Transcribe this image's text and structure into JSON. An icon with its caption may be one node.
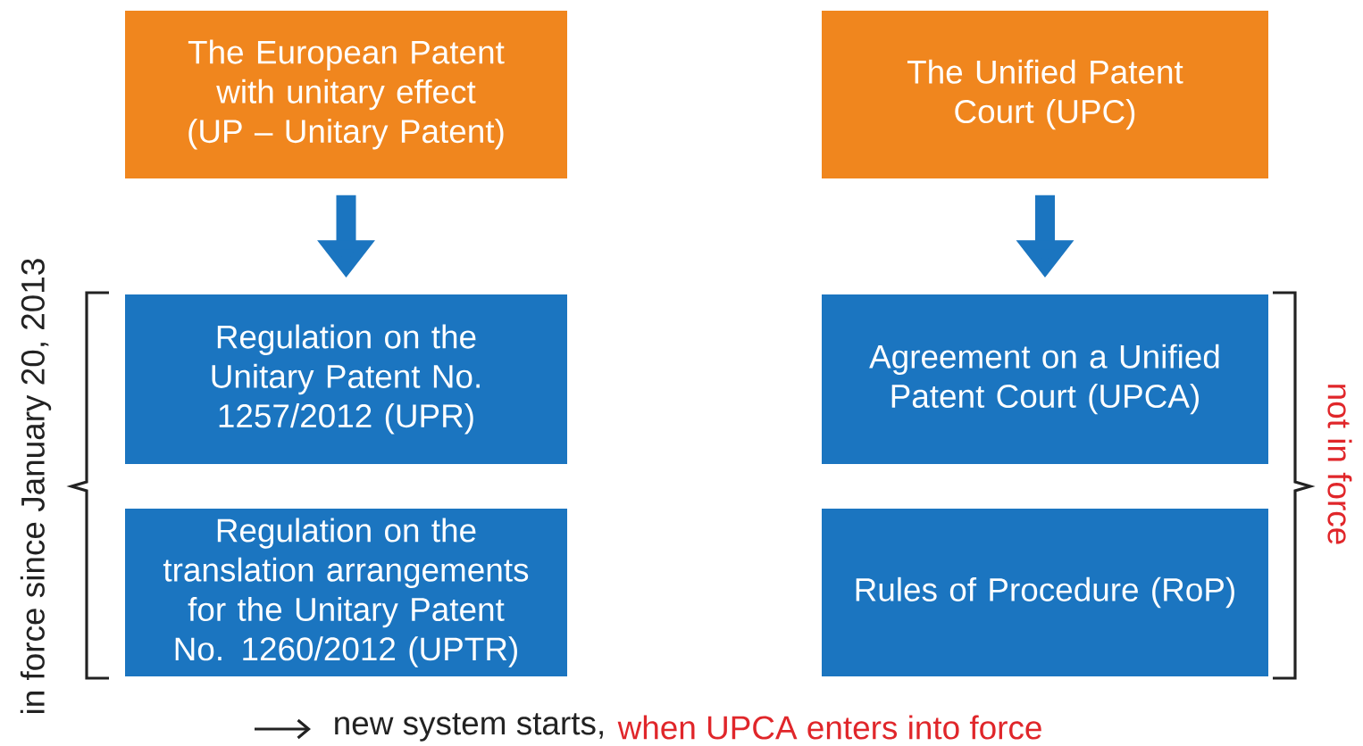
{
  "diagram": {
    "nodes": [
      {
        "text": [
          "The European Patent with unitary effect (UP – Unitary Patent)"
        ]
      },
      {
        "text": [
          "The Unified Patent Court (UPC)"
        ]
      },
      {
        "text": [
          "Regulation on the Unitary Patent No. 1257/2012 (UPR)"
        ]
      },
      {
        "text": [
          "Regulation on the translation arrangements for the Unitary Patent No. 1260/2012 (UPTR)"
        ]
      },
      {
        "text": [
          "Agreement on a Unified Patent Court (UPCA)"
        ]
      },
      {
        "text": [
          "Rules of Procedure (RoP)"
        ]
      }
    ],
    "edges": [
      {
        "from": 0,
        "to": 2,
        "arrow": "to"
      },
      {
        "from": 1,
        "to": 4,
        "arrow": "to"
      }
    ],
    "labels": [
      "in force since January 20, 2013",
      "not in force",
      "new system starts,",
      "when UPCA enters into force"
    ]
  }
}
